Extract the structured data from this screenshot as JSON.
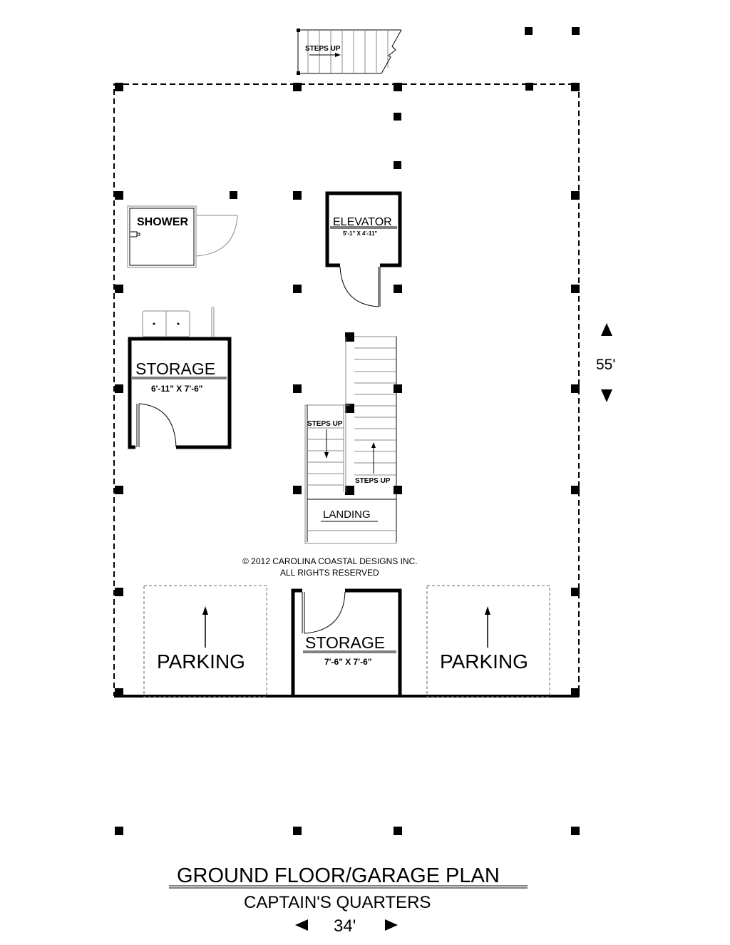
{
  "plan": {
    "title": "GROUND FLOOR/GARAGE PLAN",
    "subtitle": "CAPTAIN'S QUARTERS",
    "width_dim": "34'",
    "depth_dim": "55'",
    "copyright_line1": "© 2012 CAROLINA COASTAL DESIGNS INC.",
    "copyright_line2": "ALL RIGHTS RESERVED"
  },
  "rooms": {
    "top_stairs": "STEPS UP",
    "shower": "SHOWER",
    "elevator": "ELEVATOR",
    "elevator_size": "5'-1\" X 4'-11\"",
    "storage_left": "STORAGE",
    "storage_left_size": "6'-11\" X 7'-6\"",
    "stairs_left": "STEPS UP",
    "stairs_right": "STEPS UP",
    "landing": "LANDING",
    "storage_bottom": "STORAGE",
    "storage_bottom_size": "7'-6\" X 7'-6\"",
    "parking_left": "PARKING",
    "parking_right": "PARKING"
  }
}
